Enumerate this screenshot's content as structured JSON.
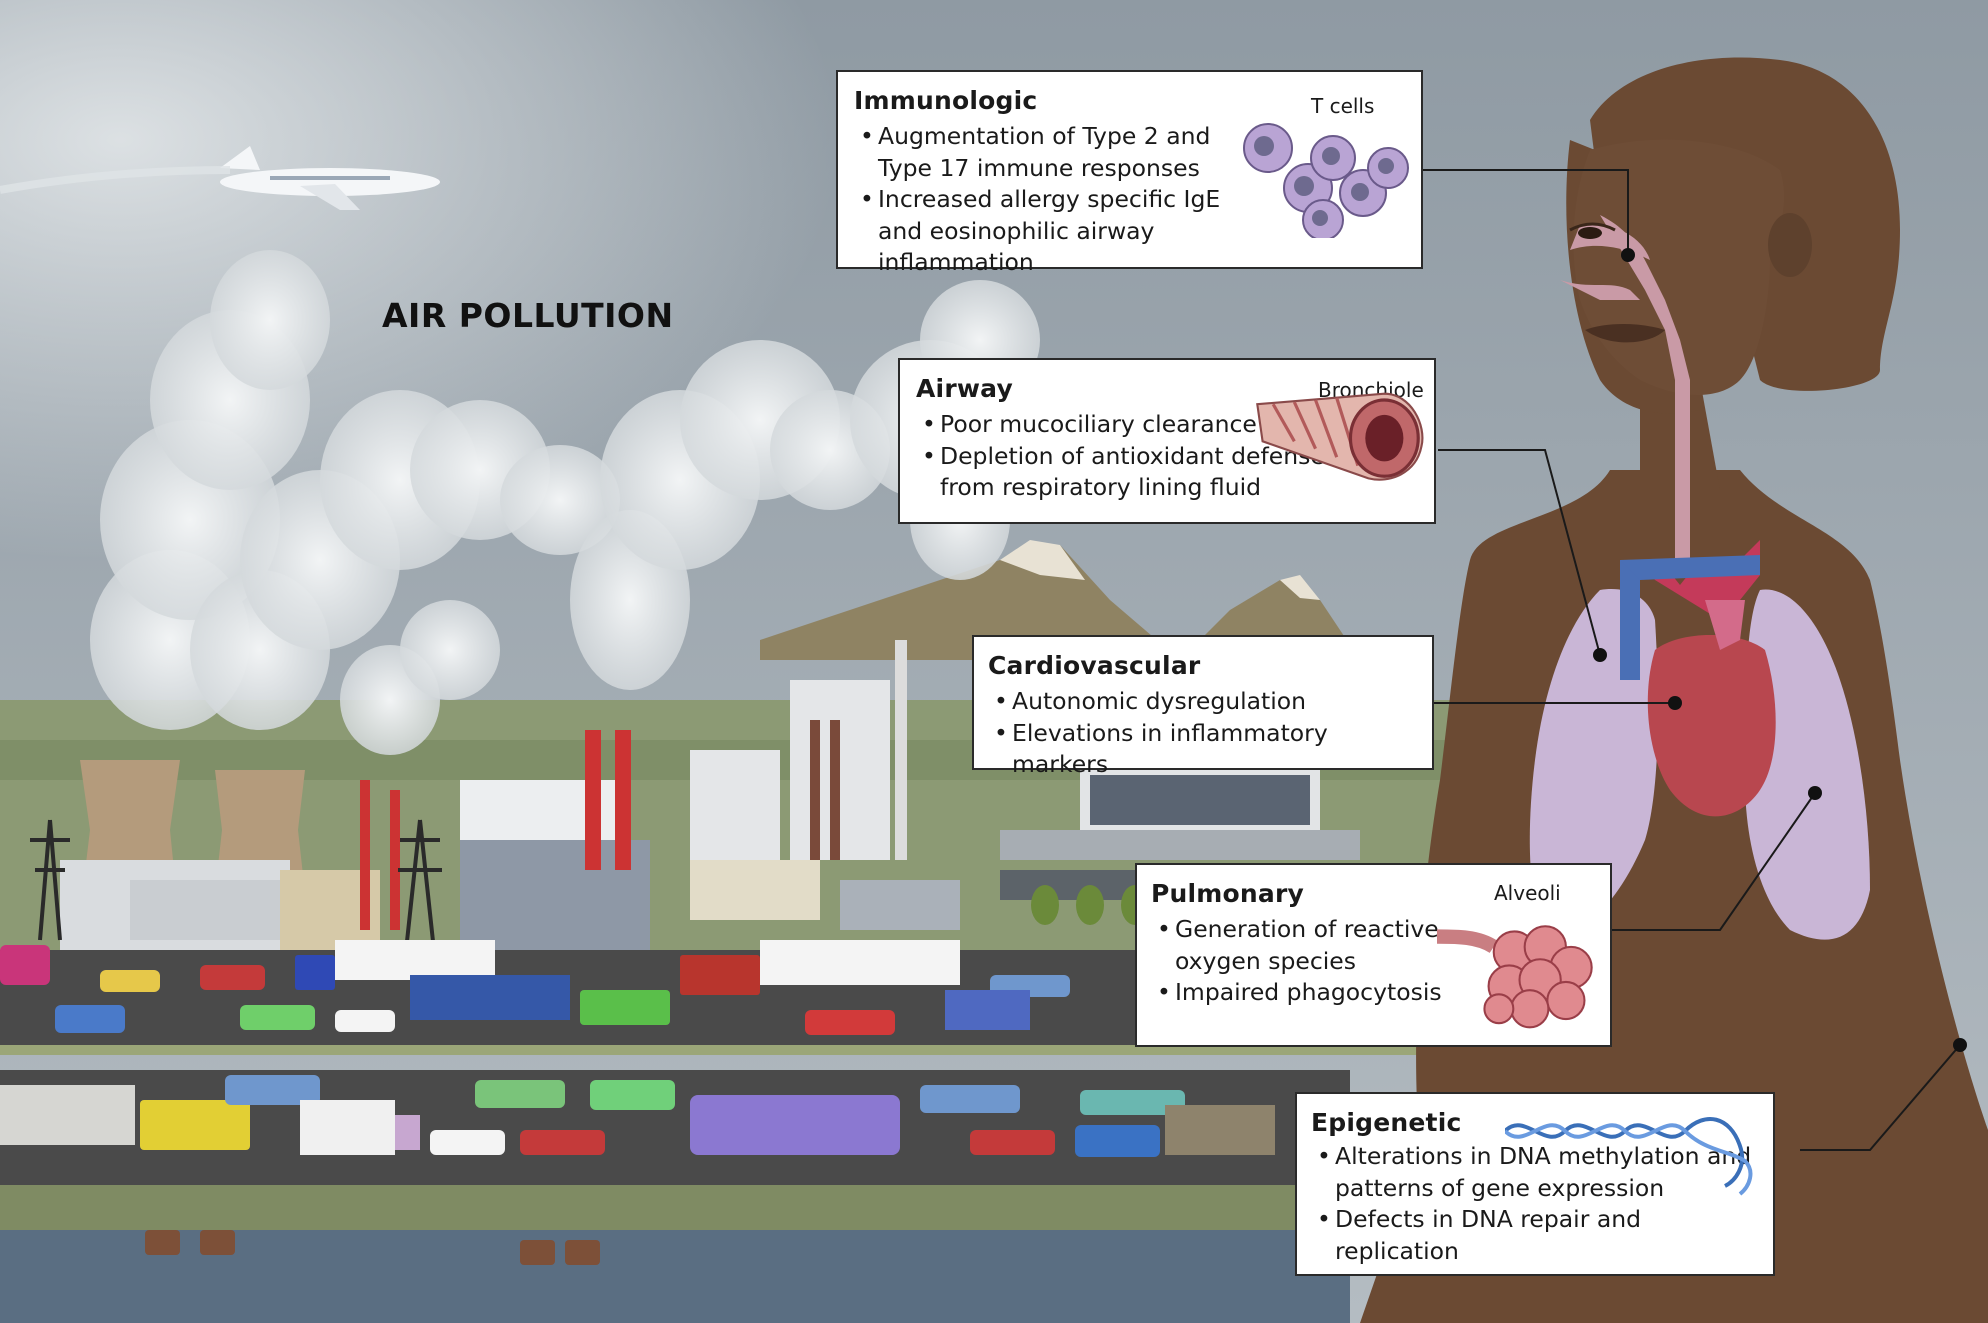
{
  "title": "AIR POLLUTION",
  "panels": {
    "immunologic": {
      "heading": "Immunologic",
      "items": [
        "Augmentation of Type 2 and Type 17 immune responses",
        "Increased allergy specific IgE and eosinophilic airway inflammation"
      ],
      "illustration_label": "T cells"
    },
    "airway": {
      "heading": "Airway",
      "items": [
        "Poor mucociliary clearance",
        "Depletion of antioxidant defense from respiratory lining fluid"
      ],
      "illustration_label": "Bronchiole"
    },
    "cardiovascular": {
      "heading": "Cardiovascular",
      "items": [
        "Autonomic dysregulation",
        "Elevations in inflammatory markers"
      ]
    },
    "pulmonary": {
      "heading": "Pulmonary",
      "items": [
        "Generation of reactive oxygen species",
        "Impaired phagocytosis"
      ],
      "illustration_label": "Alveoli"
    },
    "epigenetic": {
      "heading": "Epigenetic",
      "items": [
        "Alterations in DNA methylation and patterns of gene expression",
        "Defects in DNA repair and replication"
      ]
    }
  },
  "colors": {
    "sky": "#9ba6ae",
    "skin": "#6b4a33",
    "hair": "#6b4a33",
    "lung": "#c9b6d6",
    "heart": "#b8474f",
    "vessel_blue": "#4a6fb5",
    "road": "#4a4a4a",
    "grass": "#8c9a74"
  }
}
